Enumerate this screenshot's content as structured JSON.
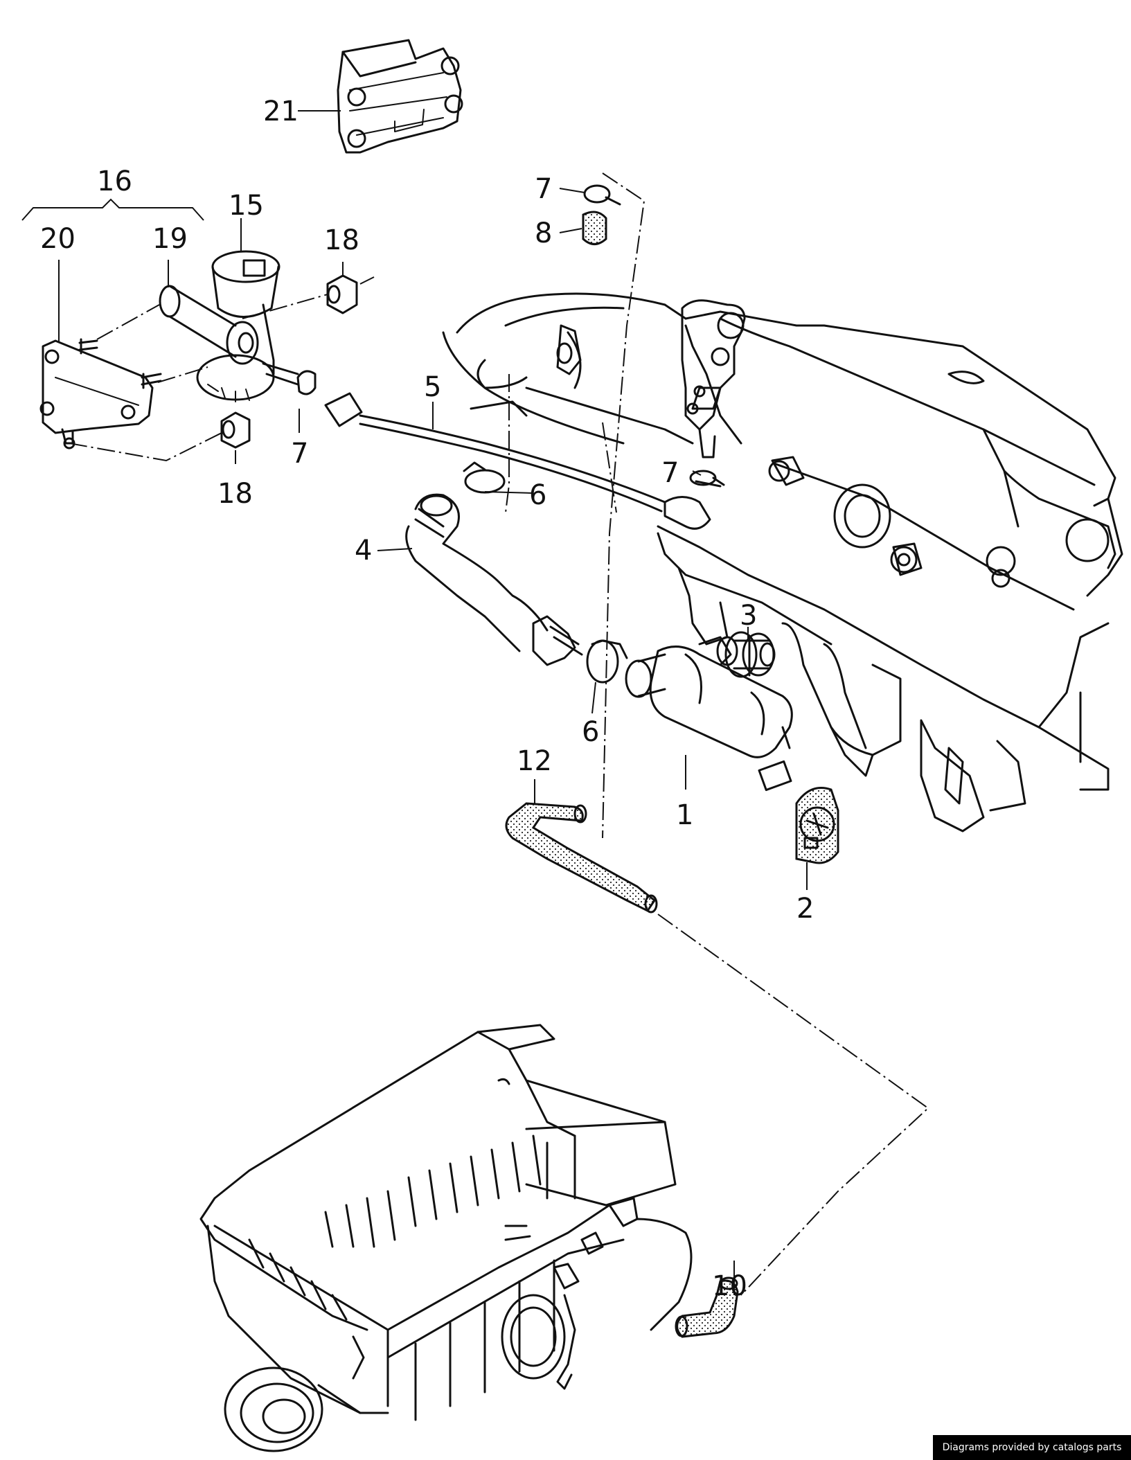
{
  "labels": {
    "p1": "1",
    "p2": "2",
    "p3": "3",
    "p4": "4",
    "p5": "5",
    "p6a": "6",
    "p6b": "6",
    "p7a": "7",
    "p7b": "7",
    "p7c": "7",
    "p8": "8",
    "p10": "10",
    "p12": "12",
    "p15": "15",
    "p16": "16",
    "p18a": "18",
    "p18b": "18",
    "p19": "19",
    "p20": "20",
    "p21": "21"
  },
  "credit": "Diagrams provided by catalogs parts"
}
